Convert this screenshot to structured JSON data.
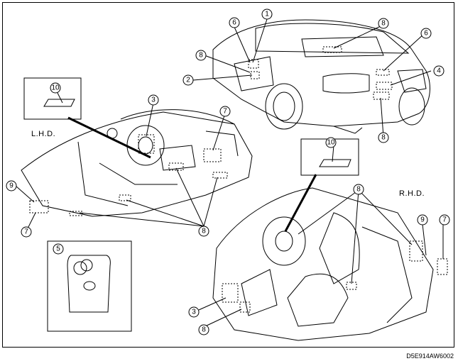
{
  "labels": {
    "left_hand_drive": "L.H.D.",
    "right_hand_drive": "R.H.D."
  },
  "callouts": {
    "c1": "1",
    "c2": "2",
    "c3": "3",
    "c4": "4",
    "c5": "5",
    "c6": "6",
    "c7": "7",
    "c8": "8",
    "c9": "9",
    "c10": "10"
  },
  "reference_code": "D5E914AW6002"
}
